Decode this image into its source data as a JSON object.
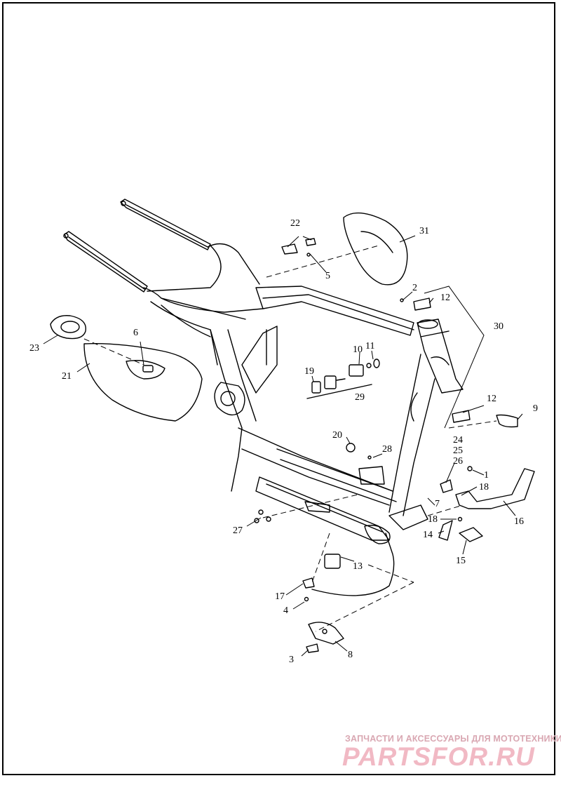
{
  "watermark": {
    "tagline": "ЗАПЧАСТИ И АКСЕССУАРЫ ДЛЯ МОТОТЕХНИКИ",
    "logo": "PARTSFOR.RU"
  },
  "callouts": {
    "c1": "1",
    "c2": "2",
    "c3": "3",
    "c4": "4",
    "c5": "5",
    "c6": "6",
    "c7": "7",
    "c8": "8",
    "c9": "9",
    "c10": "10",
    "c11": "11",
    "c12a": "12",
    "c12b": "12",
    "c13": "13",
    "c14": "14",
    "c15": "15",
    "c16": "16",
    "c17": "17",
    "c18a": "18",
    "c18b": "18",
    "c19": "19",
    "c20": "20",
    "c21": "21",
    "c22": "22",
    "c23": "23",
    "c24": "24",
    "c25": "25",
    "c26": "26",
    "c27": "27",
    "c28": "28",
    "c29": "29",
    "c30": "30",
    "c31": "31"
  },
  "colors": {
    "ink": "#000000",
    "paper": "#ffffff",
    "watermark": "#f1b9c4"
  }
}
